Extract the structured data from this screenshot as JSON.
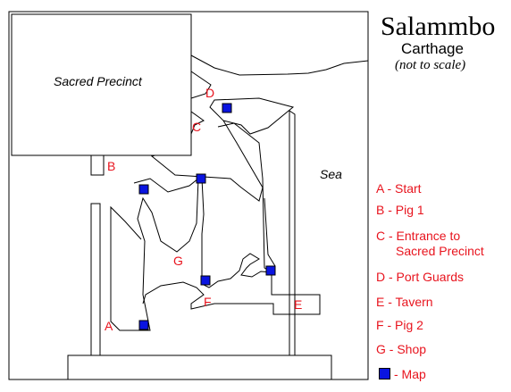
{
  "title": "Salammbo",
  "subtitle": "Carthage",
  "note": "(not to scale)",
  "areas": {
    "sacred_precinct": "Sacred Precinct",
    "sea": "Sea"
  },
  "markers": {
    "a": "A",
    "b": "B",
    "c": "C",
    "d": "D",
    "e": "E",
    "f": "F",
    "g": "G"
  },
  "legend": {
    "a": "A - Start",
    "b": "B - Pig 1",
    "c_line1": "C - Entrance to",
    "c_line2": "Sacred Precinct",
    "d": "D - Port Guards",
    "e": "E - Tavern",
    "f": "F - Pig 2",
    "g": "G - Shop",
    "map": "- Map"
  },
  "colors": {
    "marker_text": "#e8141e",
    "map_icon": "#0a14e0",
    "lines": "#000000"
  },
  "icons": {
    "map_marker": "blue-square-map-icon"
  }
}
